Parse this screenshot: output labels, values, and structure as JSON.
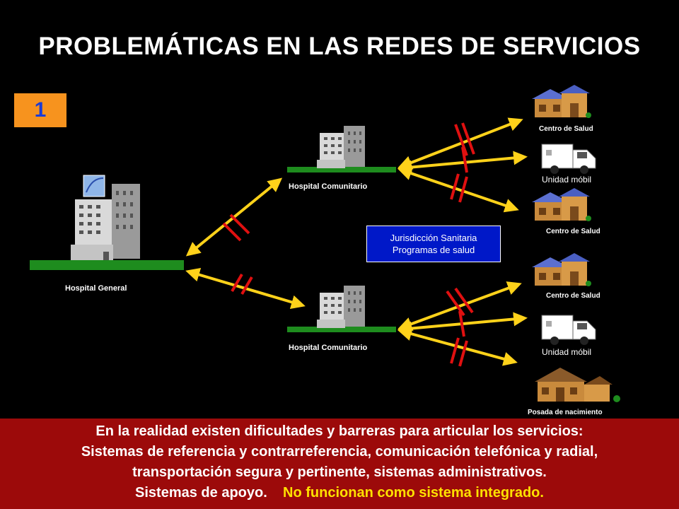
{
  "title": "PROBLEMÁTICAS EN LAS REDES DE SERVICIOS",
  "badge": "1",
  "nodes": {
    "hospital_general": "Hospital General",
    "hospital_comunitario_top": "Hospital Comunitario",
    "hospital_comunitario_bottom": "Hospital Comunitario",
    "centro_salud_1": "Centro de Salud",
    "unidad_movil_1": "Unidad móbil",
    "centro_salud_2": "Centro de Salud",
    "centro_salud_3": "Centro de Salud",
    "unidad_movil_2": "Unidad móbil",
    "posada": "Posada de nacimiento"
  },
  "jurisdiccion": {
    "line1": "Jurisdicción Sanitaria",
    "line2": "Programas de salud"
  },
  "footer": {
    "line1": "En la realidad existen dificultades y barreras para articular los servicios:",
    "line2": "Sistemas de referencia y contrarreferencia, comunicación telefónica y radial,",
    "line3": "transportación segura y pertinente, sistemas administrativos.",
    "line4a": "Sistemas de apoyo.",
    "line4b": "No funcionan como sistema integrado."
  },
  "colors": {
    "background": "#000000",
    "badge": "#f7931e",
    "badge_text": "#1a3bd6",
    "ground": "#1e8c1e",
    "arrow": "#ffd21a",
    "barrier": "#e01010",
    "juris_box": "#0018c8",
    "footer": "#9c0a0a",
    "highlight": "#ffe100"
  }
}
